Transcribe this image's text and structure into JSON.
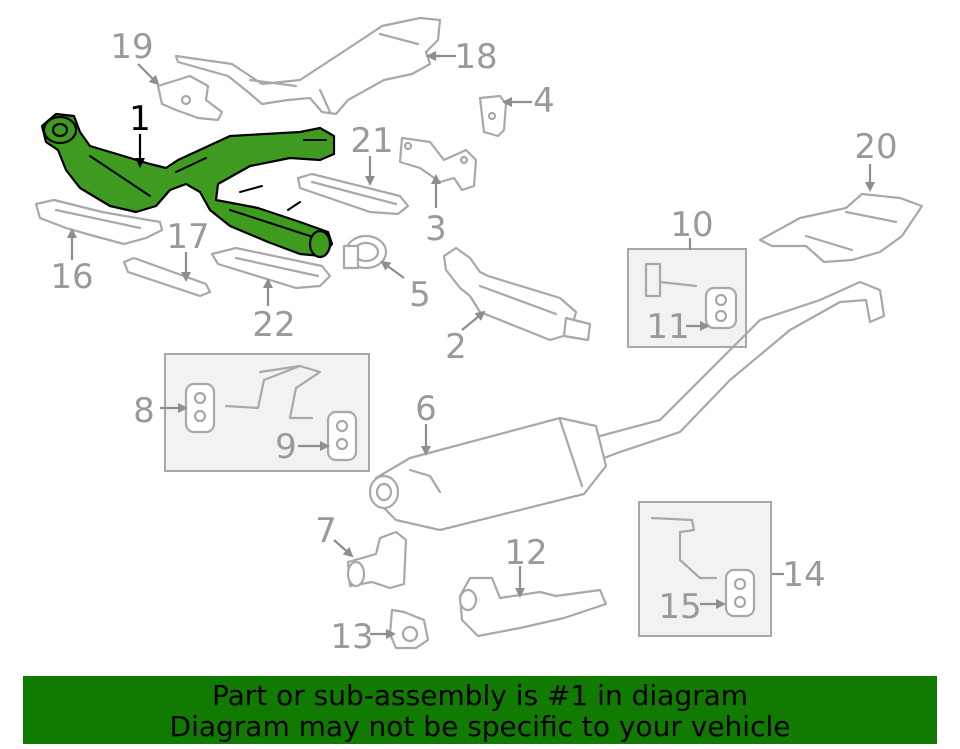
{
  "diagram": {
    "callouts": [
      "1",
      "2",
      "3",
      "4",
      "5",
      "6",
      "7",
      "8",
      "9",
      "10",
      "11",
      "12",
      "13",
      "14",
      "15",
      "16",
      "17",
      "18",
      "19",
      "20",
      "21",
      "22"
    ],
    "highlighted_part": "1",
    "colors": {
      "highlight": "#3f9b1f",
      "banner": "#117a00",
      "outline": "#a8a8a8",
      "callout_text": "#9a9a9a"
    }
  },
  "banner": {
    "line1": "Part or sub-assembly is #1 in diagram",
    "line2": "Diagram may not be specific to your vehicle"
  }
}
